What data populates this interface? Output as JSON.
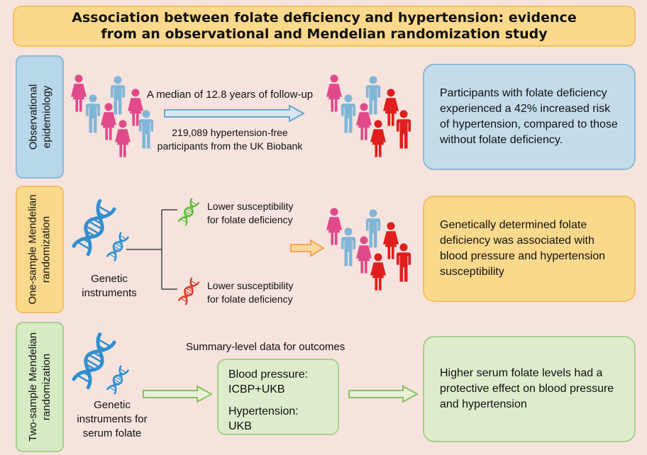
{
  "title": {
    "line1": "Association between folate deficiency and hypertension: evidence",
    "line2": "from an observational and Mendelian randomization study"
  },
  "rows": {
    "observational": {
      "label_line1": "Observational",
      "label_line2": "epidemiology",
      "followup": "A median of 12.8 years of follow-up",
      "participants_line1": "219,089 hypertension-free",
      "participants_line2": "participants from the UK Biobank",
      "result": "Participants with folate deficiency experienced a 42% increased risk of hypertension, compared to those without folate deficiency."
    },
    "one_sample": {
      "label_line1": "One-sample Mendelian",
      "label_line2": "randomization",
      "instruments_line1": "Genetic",
      "instruments_line2": "instruments",
      "branch_top_line1": "Lower susceptibility",
      "branch_top_line2": "for folate deficiency",
      "branch_bottom_line1": "Lower susceptibility",
      "branch_bottom_line2": "for folate deficiency",
      "result": "Genetically determined folate deficiency was associated with blood pressure and hypertension susceptibility"
    },
    "two_sample": {
      "label_line1": "Two-sample Mendelian",
      "label_line2": "randomization",
      "instruments_line1": "Genetic",
      "instruments_line2": "instruments for",
      "instruments_line3": "serum folate",
      "summary": "Summary-level data for outcomes",
      "bp_line1": "Blood pressure:",
      "bp_line2": "ICBP+UKB",
      "ht_line1": "Hypertension:",
      "ht_line2": "UKB",
      "result": "Higher serum folate levels had a protective effect on blood pressure and hypertension"
    }
  },
  "colors": {
    "background": "#f6e3de",
    "title_fill": "#fbd98c",
    "blue_box": "#c4dcea",
    "yellow_box": "#fbd98c",
    "green_box": "#ddeccb",
    "female": "#e04a8a",
    "male": "#7fb6d8",
    "hypertensive": "#e01e1e",
    "dna_blue": "#2f8fcf",
    "dna_green": "#5cbf3a",
    "dna_red": "#e03a2a",
    "arrow_blue": "#6aa6cc",
    "arrow_orange": "#f2a64a",
    "arrow_green": "#8cc060"
  },
  "icons": [
    "person-female-icon",
    "person-male-icon",
    "dna-helix-icon",
    "arrow-right-icon"
  ]
}
